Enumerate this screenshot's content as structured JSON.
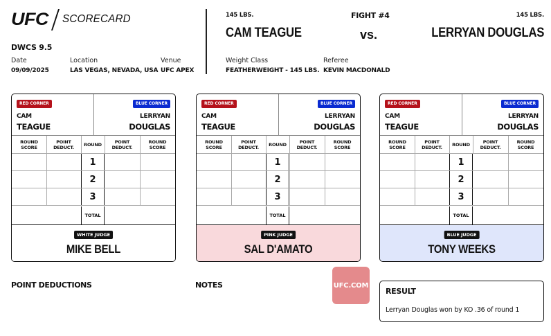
{
  "header": {
    "logo_text": "UFC",
    "logo_subtitle": "SCORECARD",
    "event_name": "DWCS 9.5",
    "date_label": "Date",
    "date_value": "09/09/2025",
    "location_label": "Location",
    "location_value": "LAS VEGAS, NEVADA, USA",
    "venue_label": "Venue",
    "venue_value": "UFC APEX"
  },
  "fight": {
    "number": "FIGHT #4",
    "vs": "vs.",
    "red_weight": "145 LBS.",
    "blue_weight": "145 LBS.",
    "red_name": "CAM TEAGUE",
    "blue_name": "LERRYAN DOUGLAS",
    "weight_class_label": "Weight Class",
    "weight_class_value": "FEATHERWEIGHT - 145 LBS.",
    "referee_label": "Referee",
    "referee_value": "KEVIN MACDONALD"
  },
  "scorecard_labels": {
    "red_corner": "RED CORNER",
    "blue_corner": "BLUE CORNER",
    "red_first": "CAM",
    "red_last": "TEAGUE",
    "blue_first": "LERRYAN",
    "blue_last": "DOUGLAS",
    "round_score": "ROUND SCORE",
    "point_deduct": "POINT DEDUCT.",
    "round": "ROUND",
    "total": "TOTAL",
    "rounds": [
      "1",
      "2",
      "3"
    ]
  },
  "judges": [
    {
      "tag": "WHITE JUDGE",
      "name": "MIKE BELL",
      "color": "#ffffff"
    },
    {
      "tag": "PINK JUDGE",
      "name": "SAL D'AMATO",
      "color": "#f9d9dc"
    },
    {
      "tag": "BLUE JUDGE",
      "name": "TONY WEEKS",
      "color": "#dfe6fb"
    }
  ],
  "footer": {
    "point_deductions_title": "POINT DEDUCTIONS",
    "notes_title": "NOTES",
    "ufc_link": "UFC.COM",
    "result_title": "RESULT",
    "result_text": "Lerryan Douglas won by KO .36 of round 1"
  },
  "colors": {
    "red_corner": "#b5121b",
    "blue_corner": "#0a2bd1",
    "ufc_button": "#e48a8c"
  }
}
